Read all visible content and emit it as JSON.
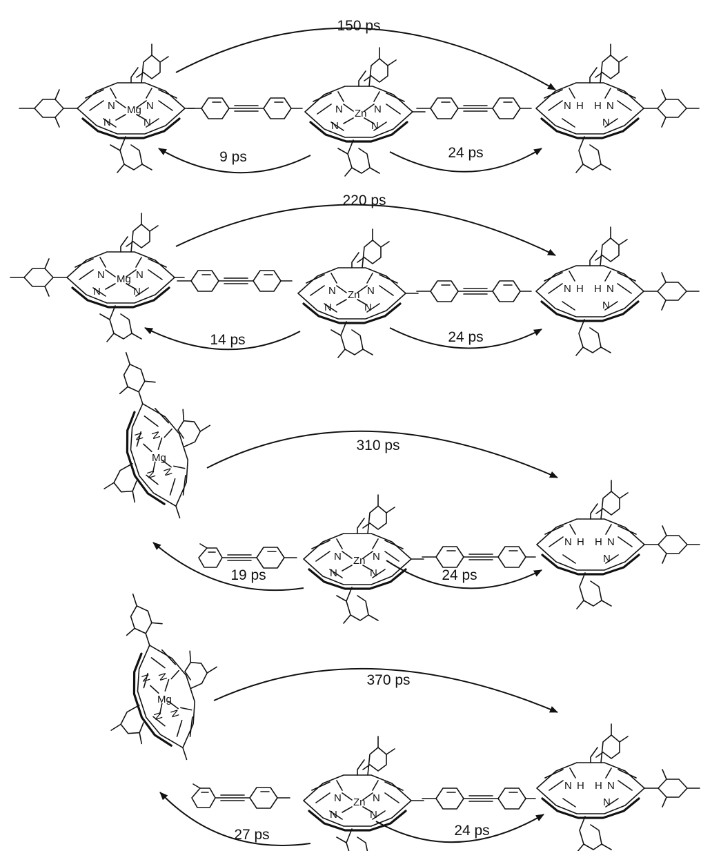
{
  "panels": [
    {
      "long_rate": "150 ps",
      "left_rate": "9 ps",
      "right_rate": "24 ps",
      "left_geometry": "linear",
      "left_atoms": {
        "metal": "Mg",
        "n1": "N",
        "n2": "N",
        "n3": "N",
        "n4": "N"
      },
      "center_atoms": {
        "metal": "Zn",
        "n1": "N",
        "n2": "N",
        "n3": "N",
        "n4": "N"
      },
      "right_atoms": {
        "n1": "N",
        "h1": "H",
        "h2": "H",
        "n2": "N",
        "n3": "N"
      }
    },
    {
      "long_rate": "220 ps",
      "left_rate": "14 ps",
      "right_rate": "24 ps",
      "left_geometry": "linear",
      "left_atoms": {
        "metal": "Mg",
        "n1": "N",
        "n2": "N",
        "n3": "N",
        "n4": "N"
      },
      "center_atoms": {
        "metal": "Zn",
        "n1": "N",
        "n2": "N",
        "n3": "N",
        "n4": "N"
      },
      "right_atoms": {
        "n1": "N",
        "h1": "H",
        "h2": "H",
        "n2": "N",
        "n3": "N"
      }
    },
    {
      "long_rate": "310 ps",
      "left_rate": "19 ps",
      "right_rate": "24 ps",
      "left_geometry": "bent",
      "left_atoms": {
        "metal": "Mg",
        "n1": "N",
        "n2": "N",
        "n3": "N",
        "n4": "N"
      },
      "center_atoms": {
        "metal": "Zn",
        "n1": "N",
        "n2": "N",
        "n3": "N",
        "n4": "N"
      },
      "right_atoms": {
        "n1": "N",
        "h1": "H",
        "h2": "H",
        "n2": "N",
        "n3": "N"
      }
    },
    {
      "long_rate": "370 ps",
      "left_rate": "27 ps",
      "right_rate": "24 ps",
      "left_geometry": "bent",
      "left_atoms": {
        "metal": "Mg",
        "n1": "N",
        "n2": "N",
        "n3": "N",
        "n4": "N"
      },
      "center_atoms": {
        "metal": "Zn",
        "n1": "N",
        "n2": "N",
        "n3": "N",
        "n4": "N"
      },
      "right_atoms": {
        "n1": "N",
        "h1": "H",
        "h2": "H",
        "n2": "N",
        "n3": "N"
      }
    }
  ]
}
